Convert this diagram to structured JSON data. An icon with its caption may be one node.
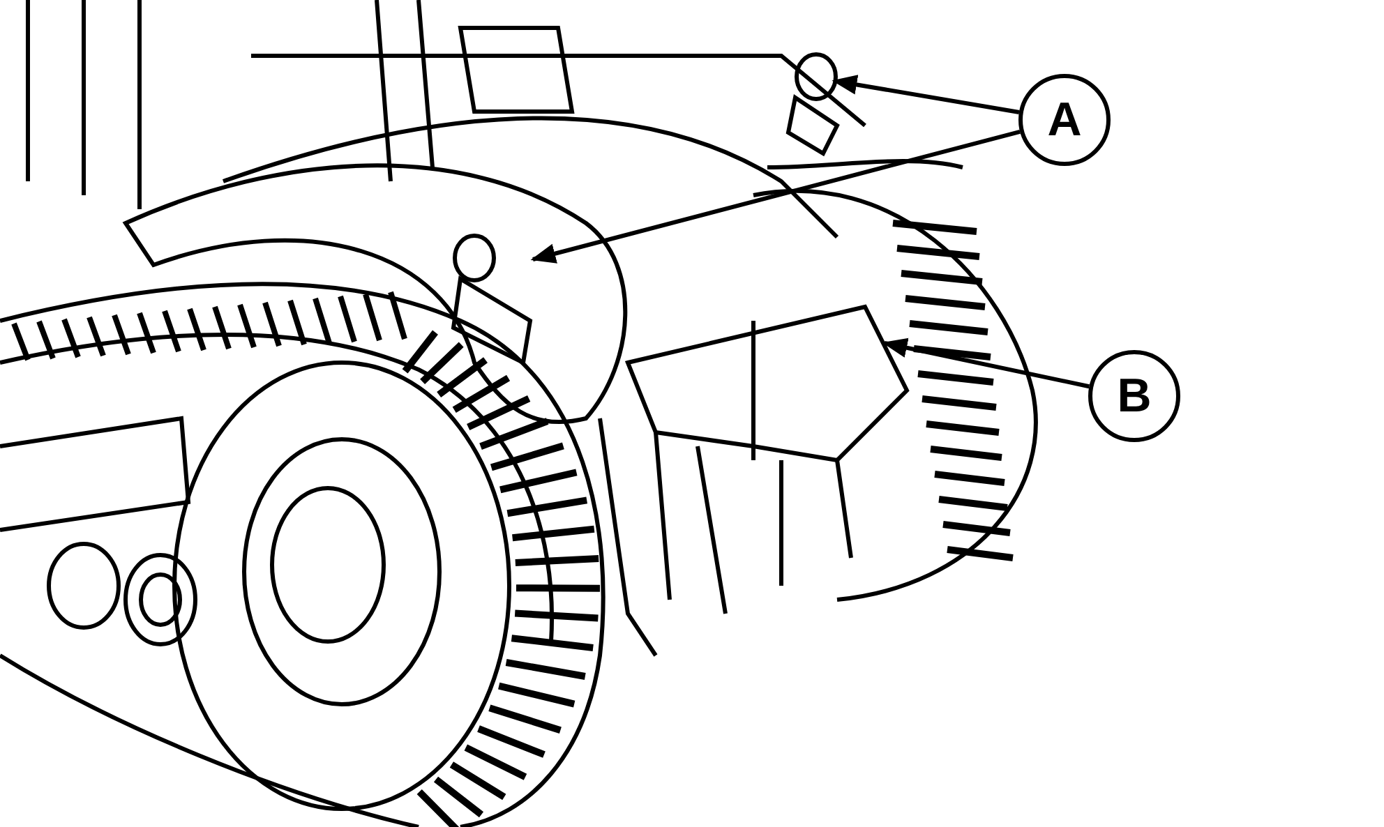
{
  "diagram": {
    "nodes": [
      {
        "text": [
          "A"
        ]
      },
      {
        "text": [
          "B"
        ]
      }
    ],
    "edges": [
      {
        "from": 0,
        "to": null,
        "arrow": "to"
      },
      {
        "from": 0,
        "to": null,
        "arrow": "to"
      },
      {
        "from": 1,
        "to": null,
        "arrow": "to"
      }
    ]
  }
}
